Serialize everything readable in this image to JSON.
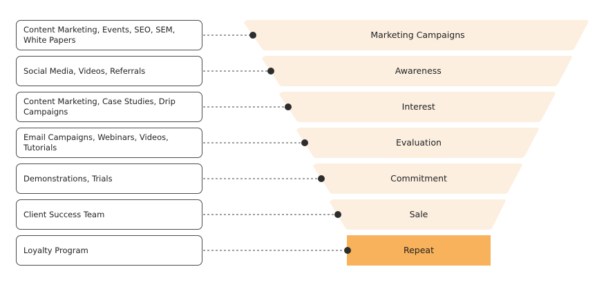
{
  "colors": {
    "funnel_fill": "#fcefe0",
    "highlight_fill": "#f7b25b",
    "connector": "#666666",
    "dot": "#2d2d2d",
    "border": "#4a4a4a"
  },
  "stages": [
    {
      "name": "Marketing Campaigns",
      "channels": "Content Marketing, Events, SEO, SEM, White Papers",
      "highlight": false
    },
    {
      "name": "Awareness",
      "channels": "Social Media, Videos, Referrals",
      "highlight": false
    },
    {
      "name": "Interest",
      "channels": "Content Marketing, Case Studies, Drip Campaigns",
      "highlight": false
    },
    {
      "name": "Evaluation",
      "channels": "Email Campaigns, Webinars, Videos, Tutorials",
      "highlight": false
    },
    {
      "name": "Commitment",
      "channels": "Demonstrations, Trials",
      "highlight": false
    },
    {
      "name": "Sale",
      "channels": "Client Success Team",
      "highlight": false
    },
    {
      "name": "Repeat",
      "channels": "Loyalty Program",
      "highlight": true
    }
  ]
}
